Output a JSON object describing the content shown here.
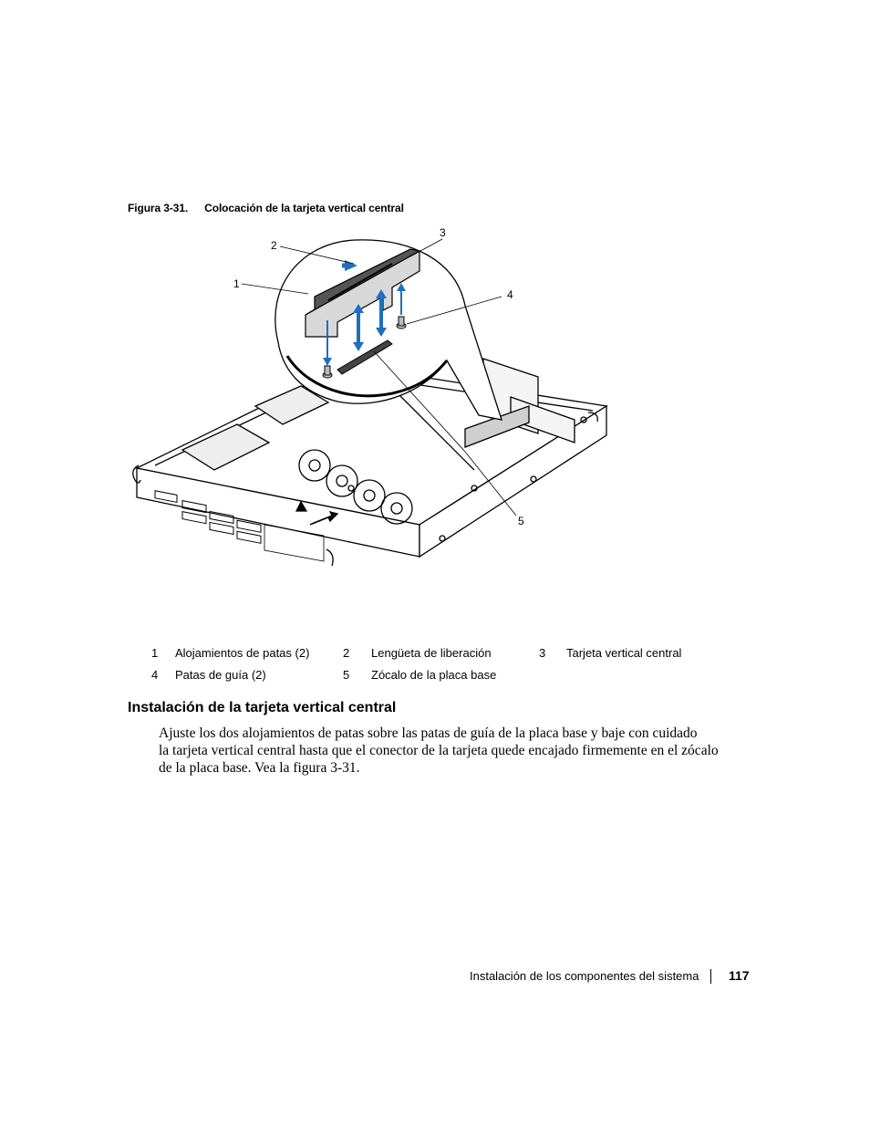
{
  "figure": {
    "caption_label": "Figura 3-31.",
    "caption_title": "Colocación de la tarjeta vertical central",
    "callouts": [
      "1",
      "2",
      "3",
      "4",
      "5"
    ]
  },
  "legend": {
    "rows": [
      [
        {
          "num": "1",
          "text": "Alojamientos de patas (2)"
        },
        {
          "num": "2",
          "text": "Lengüeta de liberación"
        },
        {
          "num": "3",
          "text": "Tarjeta vertical central"
        }
      ],
      [
        {
          "num": "4",
          "text": "Patas de guía (2)"
        },
        {
          "num": "5",
          "text": "Zócalo de la placa base"
        }
      ]
    ]
  },
  "section": {
    "title": "Instalación de la tarjeta vertical central",
    "body_lines": [
      "Ajuste los dos alojamientos de patas sobre las patas de guía de la placa base y baje con cuidado",
      "la tarjeta vertical central hasta que el conector de la tarjeta quede encajado firmemente en el zócalo",
      "de la placa base. Vea la figura 3-31."
    ]
  },
  "footer": {
    "chapter": "Instalación de los componentes del sistema",
    "page": "117"
  },
  "colors": {
    "arrow": "#1f6fc0",
    "ink": "#000000"
  }
}
